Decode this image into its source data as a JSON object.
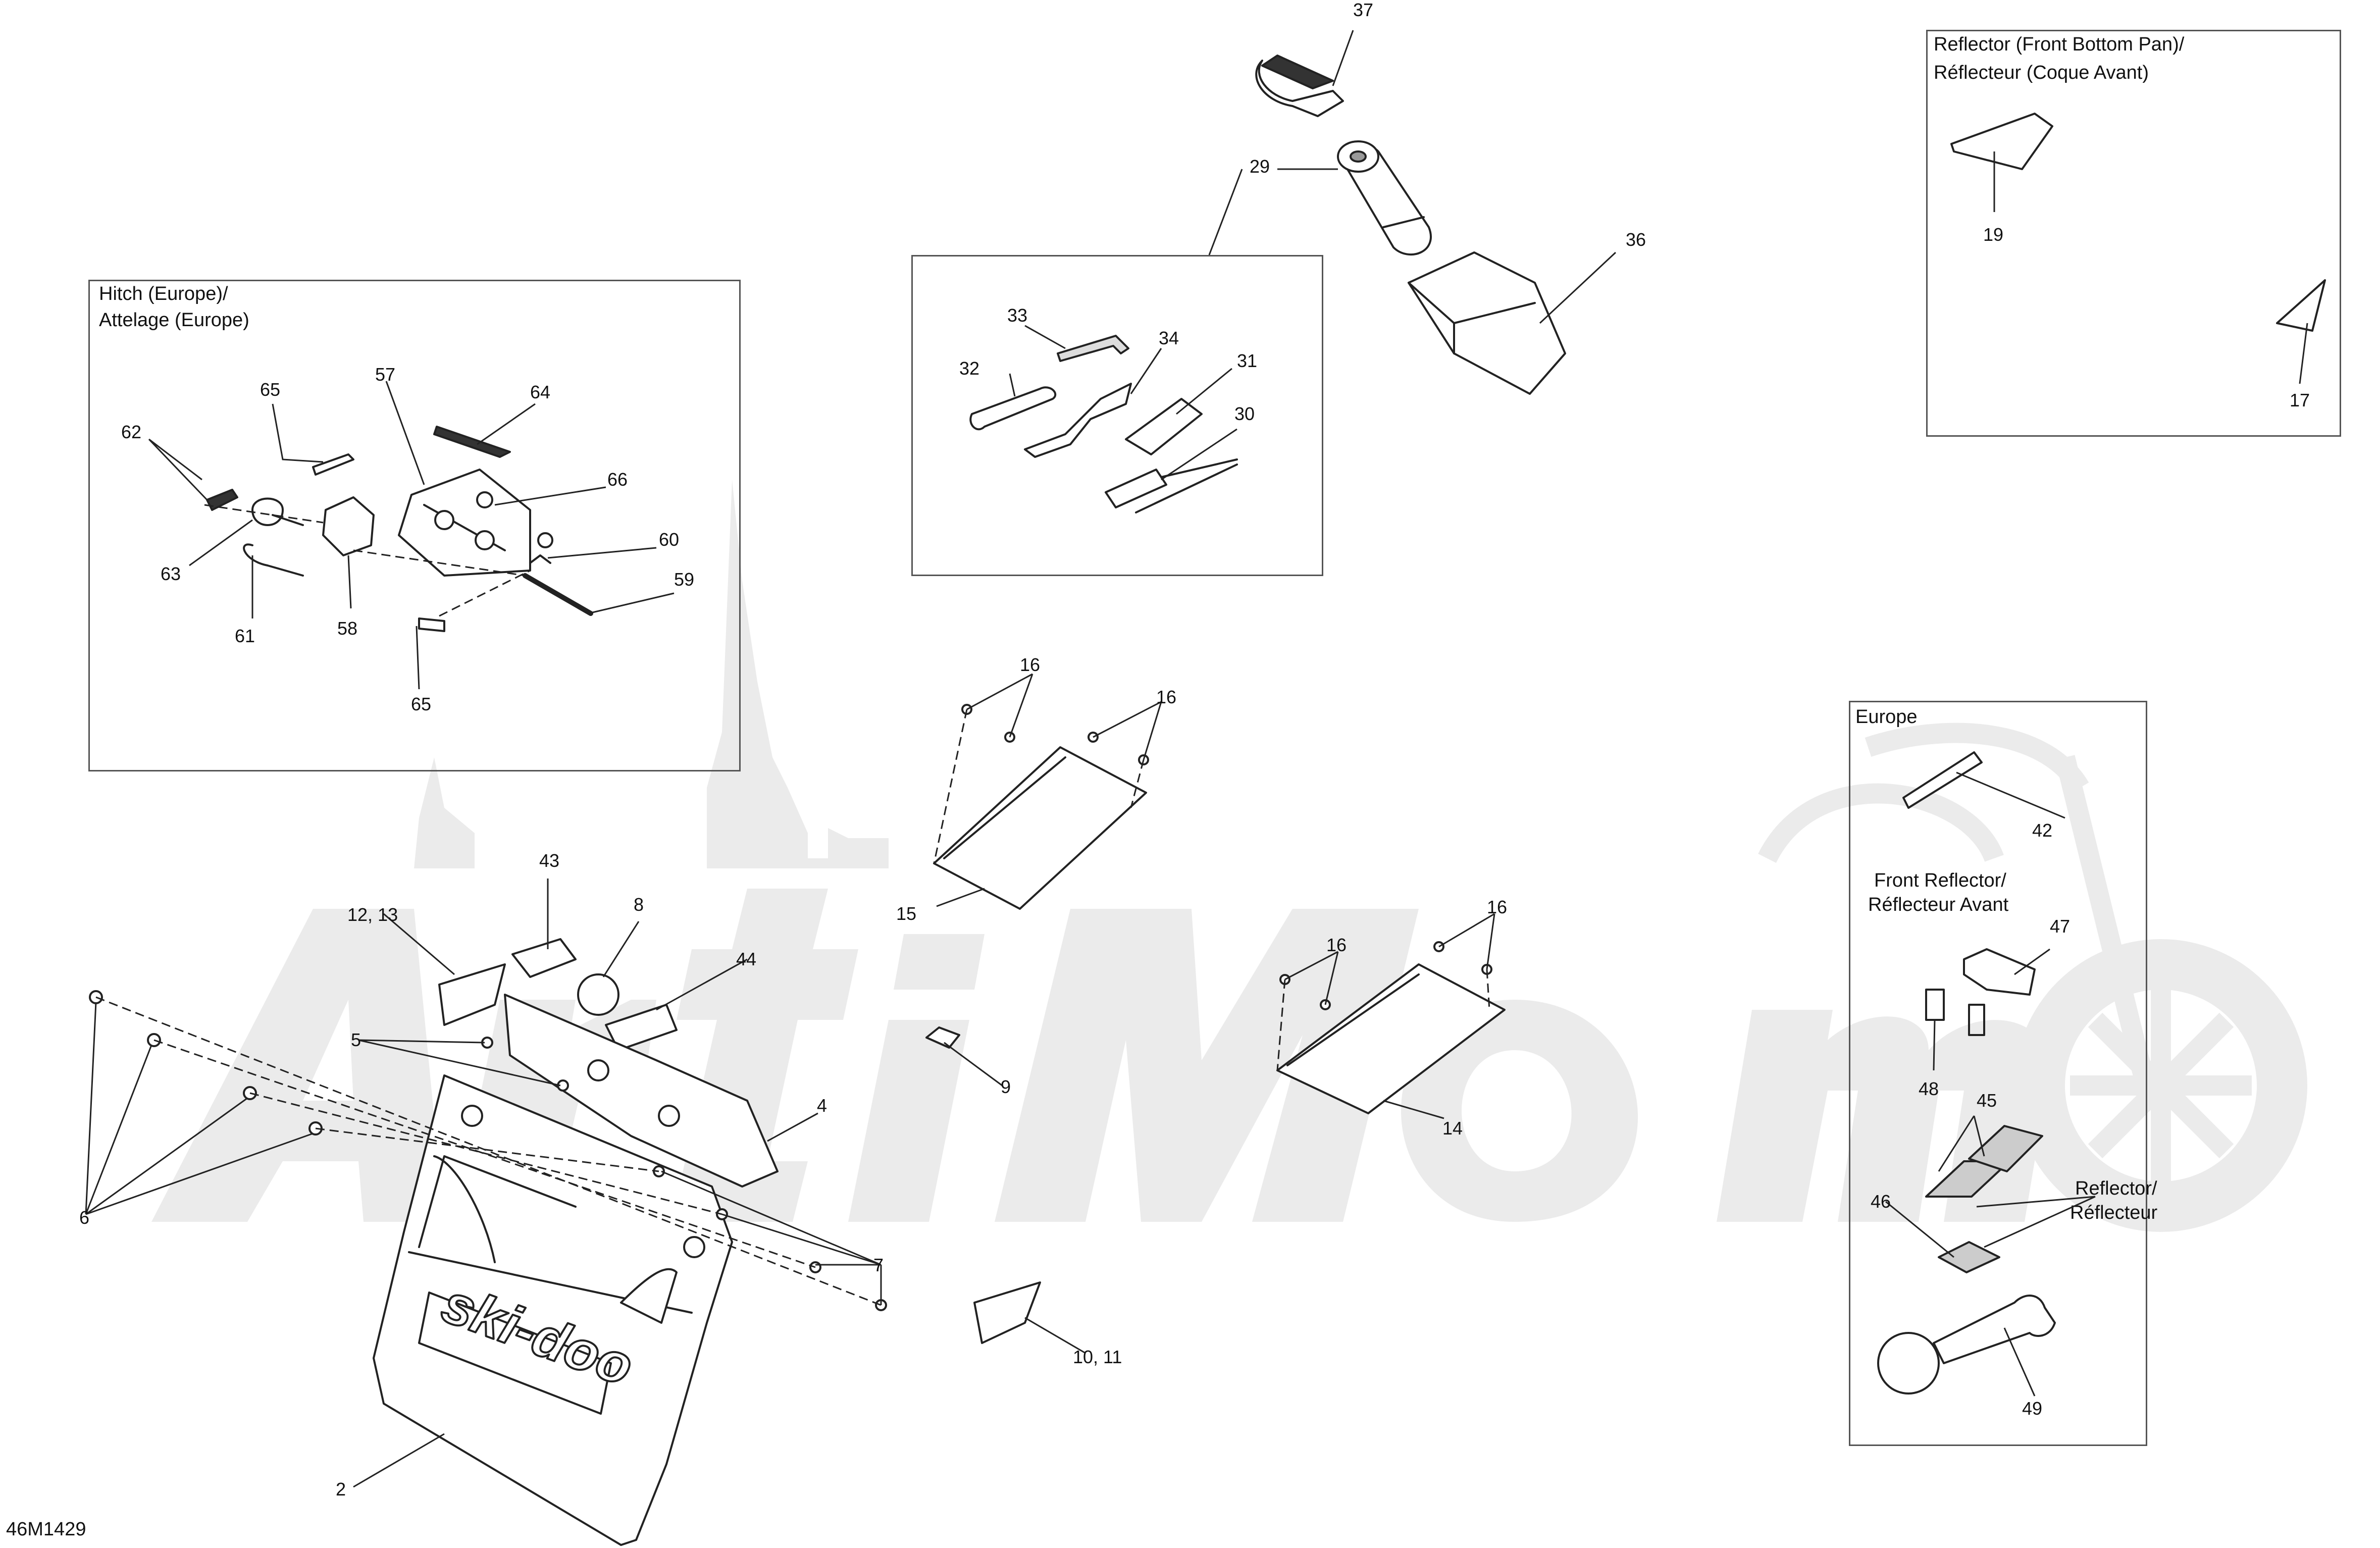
{
  "diagram_code": "46M1429",
  "watermark": "ArtiMoto",
  "boxes": {
    "hitch": {
      "title_line1": "Hitch (Europe)/",
      "title_line2": "Attelage (Europe)"
    },
    "tools": {},
    "reflector_pan": {
      "title_line1": "Reflector (Front Bottom Pan)/",
      "title_line2": "Réflecteur (Coque Avant)"
    },
    "europe": {
      "title": "Europe",
      "front_reflector_1": "Front Reflector/",
      "front_reflector_2": "Réflecteur Avant",
      "reflector_1": "Reflector/",
      "reflector_2": "Réflecteur"
    }
  },
  "callouts": [
    {
      "id": "37",
      "text": "37"
    },
    {
      "id": "29",
      "text": "29"
    },
    {
      "id": "36",
      "text": "36"
    },
    {
      "id": "33",
      "text": "33"
    },
    {
      "id": "34",
      "text": "34"
    },
    {
      "id": "32",
      "text": "32"
    },
    {
      "id": "31",
      "text": "31"
    },
    {
      "id": "30",
      "text": "30"
    },
    {
      "id": "65a",
      "text": "65"
    },
    {
      "id": "57",
      "text": "57"
    },
    {
      "id": "64",
      "text": "64"
    },
    {
      "id": "62",
      "text": "62"
    },
    {
      "id": "66",
      "text": "66"
    },
    {
      "id": "60",
      "text": "60"
    },
    {
      "id": "63",
      "text": "63"
    },
    {
      "id": "59",
      "text": "59"
    },
    {
      "id": "61",
      "text": "61"
    },
    {
      "id": "58",
      "text": "58"
    },
    {
      "id": "65b",
      "text": "65"
    },
    {
      "id": "19",
      "text": "19"
    },
    {
      "id": "17",
      "text": "17"
    },
    {
      "id": "16a",
      "text": "16"
    },
    {
      "id": "16b",
      "text": "16"
    },
    {
      "id": "15",
      "text": "15"
    },
    {
      "id": "16c",
      "text": "16"
    },
    {
      "id": "16d",
      "text": "16"
    },
    {
      "id": "14",
      "text": "14"
    },
    {
      "id": "42",
      "text": "42"
    },
    {
      "id": "47",
      "text": "47"
    },
    {
      "id": "48",
      "text": "48"
    },
    {
      "id": "45",
      "text": "45"
    },
    {
      "id": "46",
      "text": "46"
    },
    {
      "id": "49",
      "text": "49"
    },
    {
      "id": "43",
      "text": "43"
    },
    {
      "id": "12_13",
      "text": "12, 13"
    },
    {
      "id": "8",
      "text": "8"
    },
    {
      "id": "44",
      "text": "44"
    },
    {
      "id": "5",
      "text": "5"
    },
    {
      "id": "9",
      "text": "9"
    },
    {
      "id": "4",
      "text": "4"
    },
    {
      "id": "6",
      "text": "6"
    },
    {
      "id": "7",
      "text": "7"
    },
    {
      "id": "10_11",
      "text": "10, 11"
    },
    {
      "id": "2",
      "text": "2"
    }
  ],
  "bumper_logo": "ski-doo"
}
